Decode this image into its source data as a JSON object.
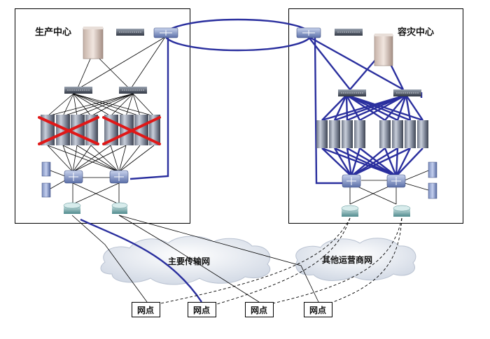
{
  "diagram": {
    "type": "network-topology",
    "sites": [
      {
        "id": "production",
        "label": "生产中心",
        "status": "failed"
      },
      {
        "id": "disaster_recovery",
        "label": "容灾中心",
        "status": "active"
      }
    ],
    "clouds": [
      {
        "id": "main_transport",
        "label": "主要传输网"
      },
      {
        "id": "other_carrier",
        "label": "其他运营商网"
      }
    ],
    "branch_nodes": [
      {
        "label": "网点"
      },
      {
        "label": "网点"
      },
      {
        "label": "网点"
      },
      {
        "label": "网点"
      }
    ],
    "colors": {
      "active_link": "#2a2f9e",
      "failure_mark": "#e01818",
      "thin_link": "#000000",
      "frame": "#000000",
      "cloud": "#dde3ec"
    },
    "legend_notes": {
      "failed_marker": "red-x-over-server-cluster",
      "backup_links": "dashed"
    }
  }
}
